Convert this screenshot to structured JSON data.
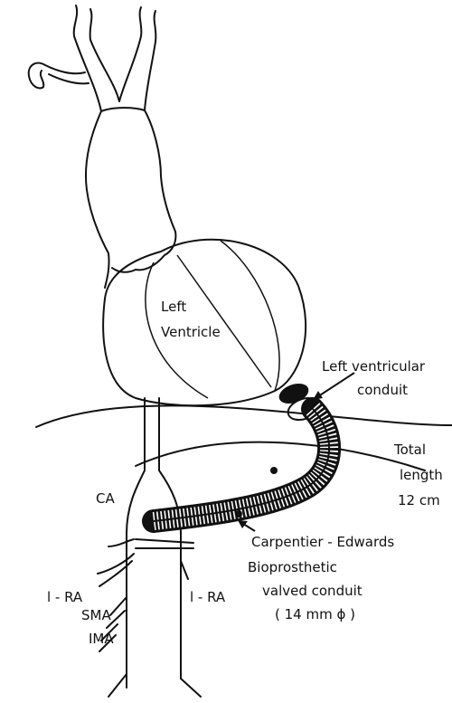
{
  "labels": {
    "left_ventricle_line1": "Left",
    "left_ventricle_line2": "Ventricle",
    "lv_conduit_line1": "Left  ventricular",
    "lv_conduit_line2": "conduit",
    "total_line1": "Total",
    "total_line2": "length",
    "total_line3": "12 cm",
    "ca": "CA",
    "ce_line1": "Carpentier - Edwards",
    "ce_line2": "Bioprosthetic",
    "ce_line3": "valved  conduit",
    "ce_line4": "( 14 mm ϕ )",
    "lra_left": "l - RA",
    "lra_right": "l - RA",
    "sma": "SMA",
    "ima": "IMA"
  }
}
